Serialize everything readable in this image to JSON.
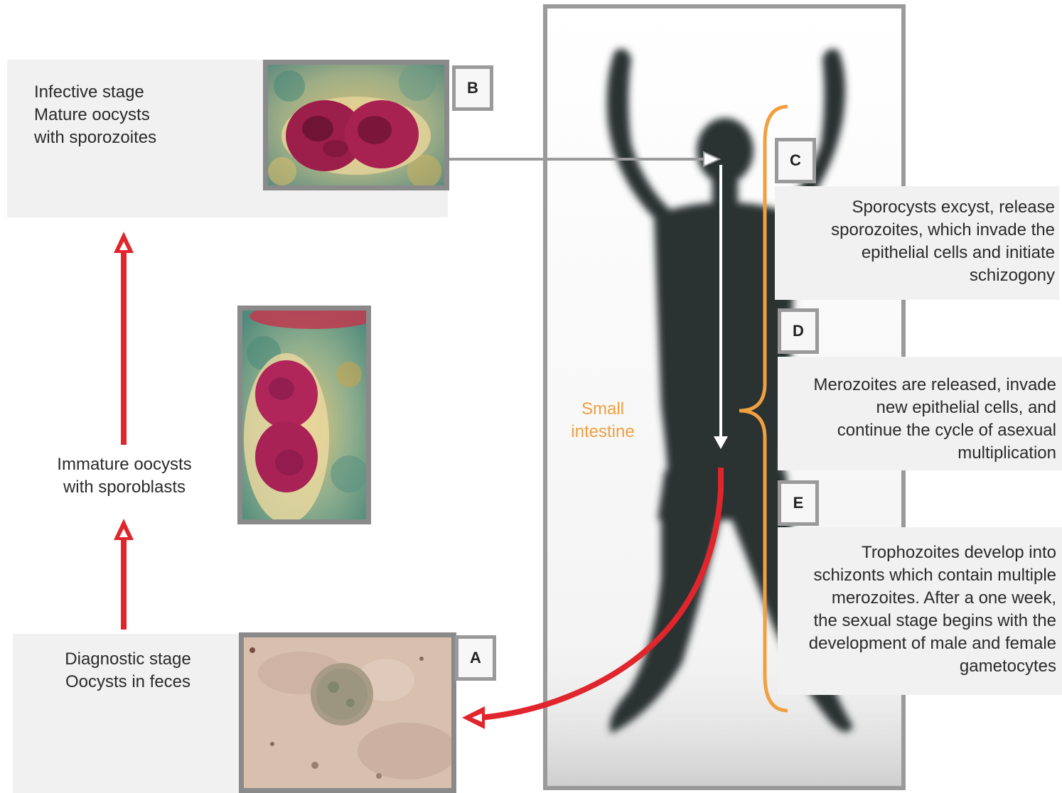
{
  "stages": {
    "infective": {
      "line1": "Infective stage",
      "line2": "Mature oocysts",
      "line3": "with sporozoites"
    },
    "immature": {
      "line1": "Immature oocysts",
      "line2": "with sporoblasts"
    },
    "diagnostic": {
      "line1": "Diagnostic stage",
      "line2": "Oocysts in feces"
    }
  },
  "boxes": {
    "a": "A",
    "b": "B",
    "c": "C",
    "d": "D",
    "e": "E"
  },
  "steps": {
    "c": [
      "Sporocysts excyst, release",
      "sporozoites, which invade the",
      "epithelial cells and initiate",
      "schizogony"
    ],
    "d": [
      "Merozoites are released, invade",
      "new epithelial cells, and",
      "continue the cycle of asexual",
      "multiplication"
    ],
    "e": [
      "Trophozoites develop into",
      "schizonts which contain multiple",
      "merozoites. After a one week,",
      "the sexual stage begins with the",
      "development of male and female",
      "gametocytes"
    ]
  },
  "organ": {
    "line1": "Small",
    "line2": "intestine"
  },
  "colors": {
    "arrow_red": "#e0262c",
    "brace_orange": "#f0a040",
    "frame_gray": "#9a9a9a",
    "panel_gray": "#f1f1f1",
    "silhouette": "#2b3232"
  }
}
